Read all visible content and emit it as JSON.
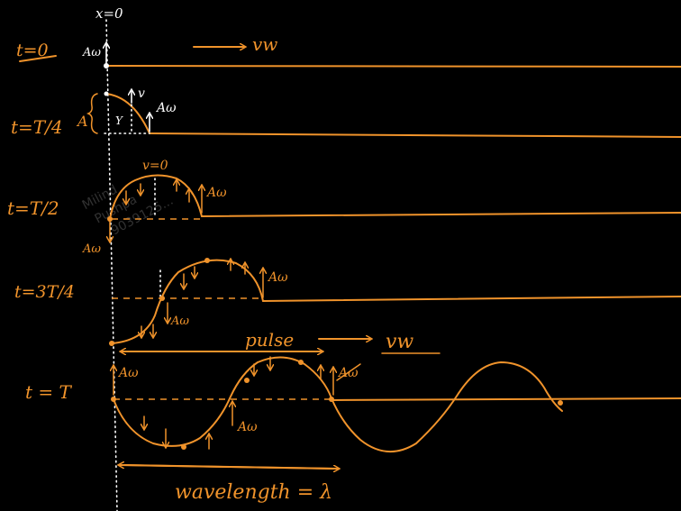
{
  "axis_label": "x=0",
  "rows": [
    {
      "time": "t=0"
    },
    {
      "time": "t=T/4"
    },
    {
      "time": "t=T/2"
    },
    {
      "time": "t=3T/4"
    },
    {
      "time": "t = T"
    }
  ],
  "velocity_label": "Aω",
  "wave_speed": "vw",
  "amplitude": "A",
  "displacement": "Y",
  "particle_velocity": "v",
  "zero_velocity": "v=0",
  "pulse": "pulse",
  "wavelength": "wavelength = λ",
  "watermark": [
    "Milind",
    "Pushpa",
    "9039125..."
  ],
  "colors": {
    "ink": "#f0932b",
    "chalk": "#ffffff",
    "background": "#000000"
  }
}
